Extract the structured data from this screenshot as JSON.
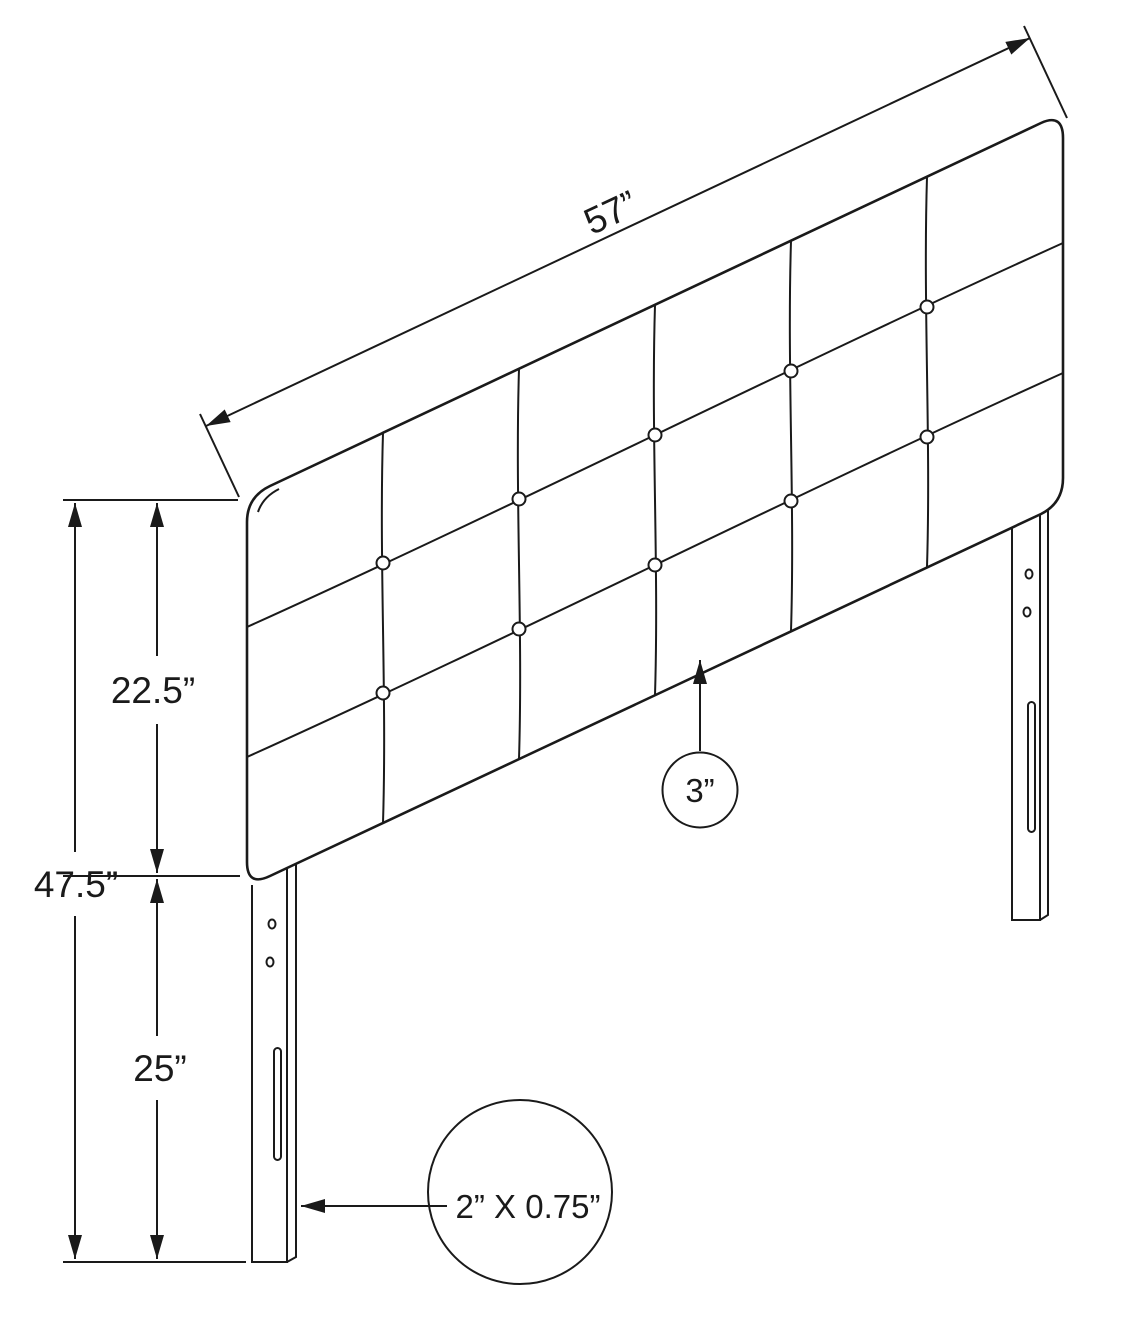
{
  "page": {
    "background": "#ffffff",
    "ink_color": "#1a1a1a"
  },
  "drawing": {
    "subject": "Upholstered button-tufted headboard with adjustable mounting legs — dimensioned line drawing",
    "labels": {
      "width": "57”",
      "panel_height": "22.5”",
      "total_height": "47.5”",
      "leg_height": "25”",
      "thickness": "3”",
      "leg_cross_section": "2” X 0.75”"
    }
  }
}
